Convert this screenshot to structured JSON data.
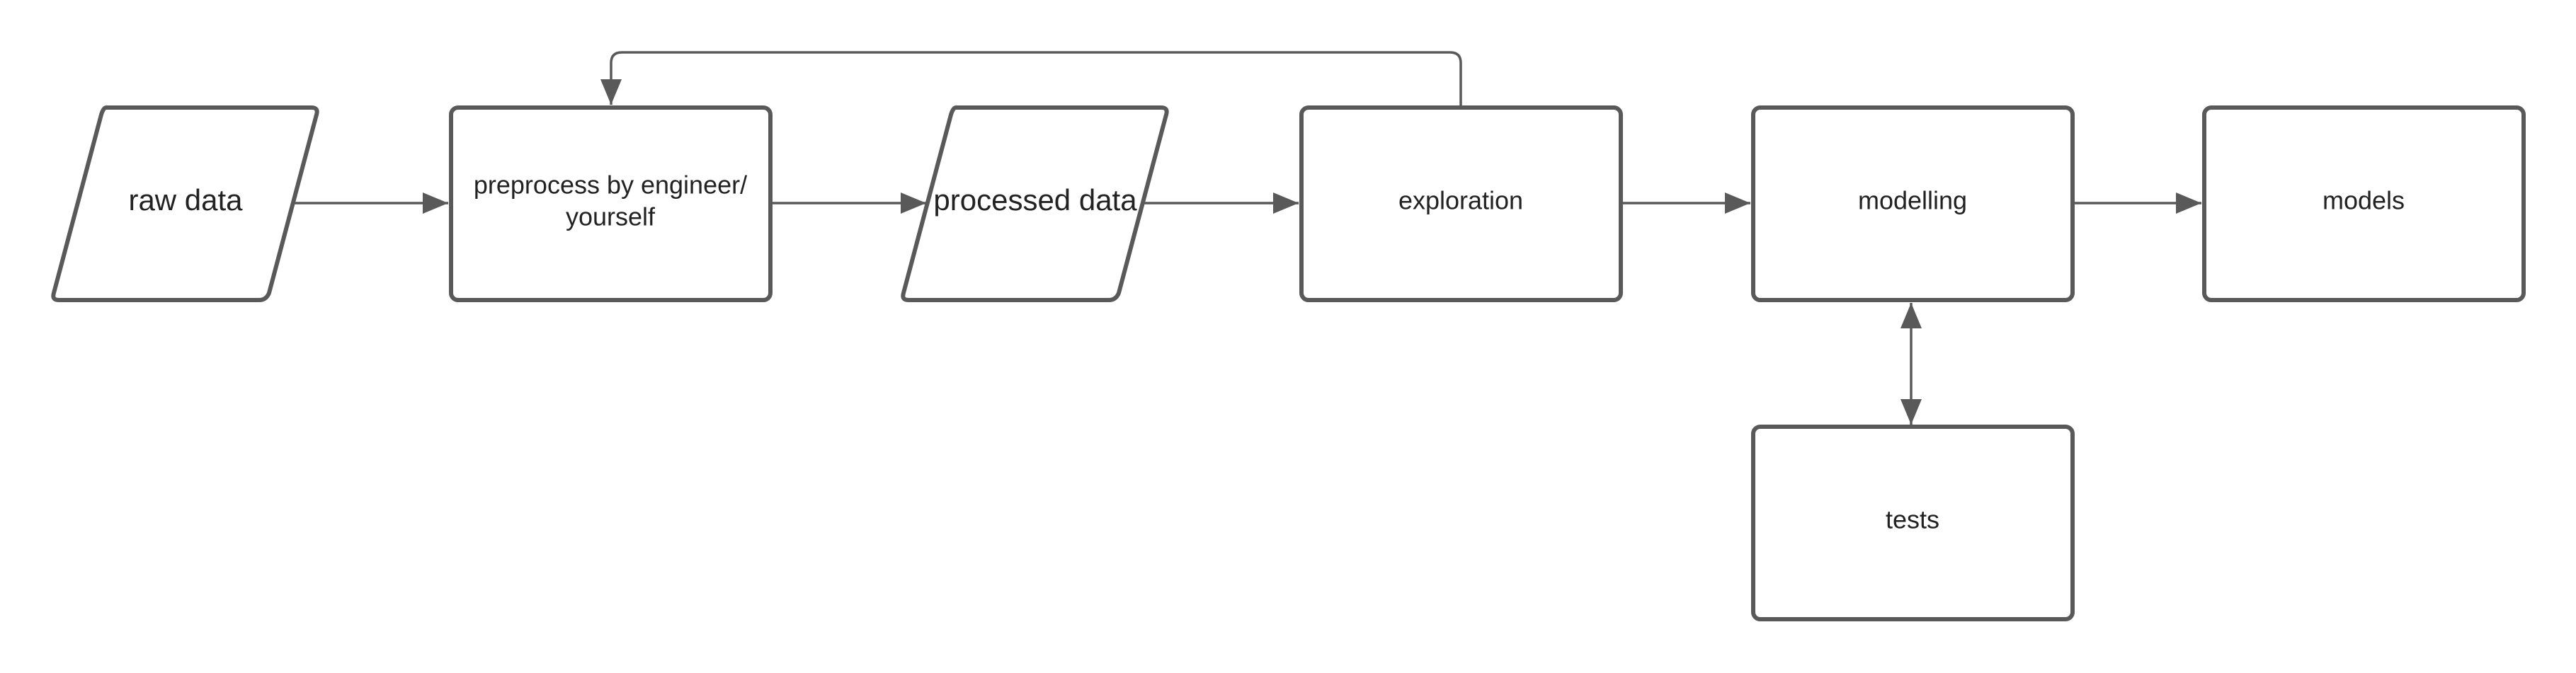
{
  "colors": {
    "stroke": "#595959",
    "text": "#222222",
    "background": "#ffffff"
  },
  "nodes": {
    "raw_data": {
      "shape": "parallelogram",
      "label": "raw data"
    },
    "preprocess": {
      "shape": "rectangle",
      "label_line1": "preprocess by engineer/",
      "label_line2": "yourself"
    },
    "processed_data": {
      "shape": "parallelogram",
      "label": "processed data"
    },
    "exploration": {
      "shape": "rectangle",
      "label": "exploration"
    },
    "modelling": {
      "shape": "rectangle",
      "label": "modelling"
    },
    "models": {
      "shape": "rectangle",
      "label": "models"
    },
    "tests": {
      "shape": "rectangle",
      "label": "tests"
    }
  },
  "edges": [
    {
      "from": "raw_data",
      "to": "preprocess",
      "direction": "forward"
    },
    {
      "from": "preprocess",
      "to": "processed_data",
      "direction": "forward"
    },
    {
      "from": "processed_data",
      "to": "exploration",
      "direction": "forward"
    },
    {
      "from": "exploration",
      "to": "modelling",
      "direction": "forward"
    },
    {
      "from": "modelling",
      "to": "models",
      "direction": "forward"
    },
    {
      "from": "exploration",
      "to": "preprocess",
      "direction": "forward"
    },
    {
      "from": "modelling",
      "to": "tests",
      "direction": "both"
    }
  ]
}
